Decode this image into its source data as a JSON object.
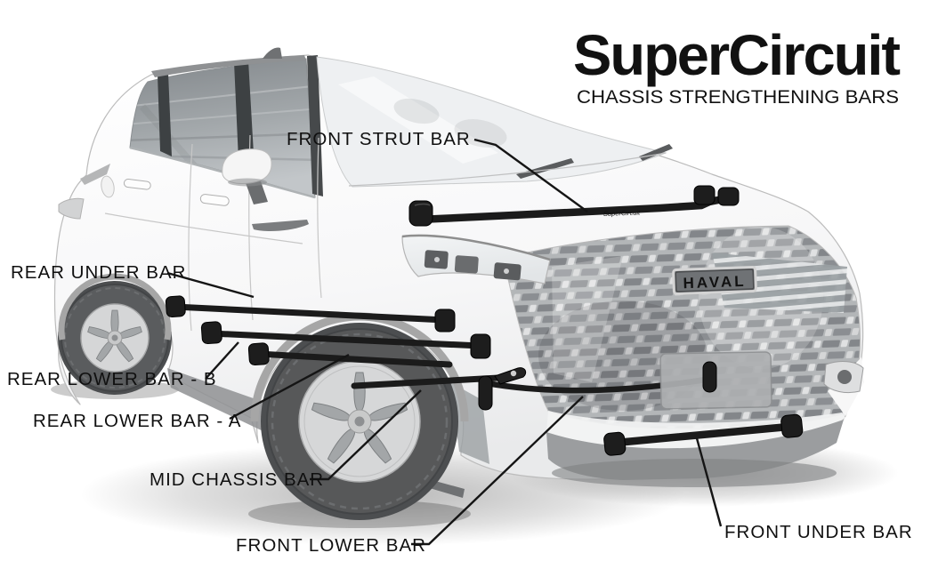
{
  "header": {
    "logo_text": "SuperCircuit",
    "tagline": "CHASSIS STRENGTHENING BARS"
  },
  "vehicle": {
    "grille_badge": "HAVAL",
    "strut_bar_marking": "SuperCircuit"
  },
  "callouts": [
    {
      "id": "front-strut-bar",
      "label": "FRONT STRUT BAR"
    },
    {
      "id": "rear-under-bar",
      "label": "REAR UNDER BAR"
    },
    {
      "id": "rear-lower-bar-b",
      "label": "REAR LOWER BAR - B"
    },
    {
      "id": "rear-lower-bar-a",
      "label": "REAR LOWER BAR - A"
    },
    {
      "id": "mid-chassis-bar",
      "label": "MID CHASSIS BAR"
    },
    {
      "id": "front-lower-bar",
      "label": "FRONT LOWER BAR"
    },
    {
      "id": "front-under-bar",
      "label": "FRONT UNDER BAR"
    }
  ],
  "colors": {
    "background": "#ffffff",
    "label_text": "#101010",
    "leader_line": "#151515",
    "bar_black": "#1b1b1b",
    "car_body": "#fafafa",
    "glass_gray": "#9aa0a4"
  }
}
